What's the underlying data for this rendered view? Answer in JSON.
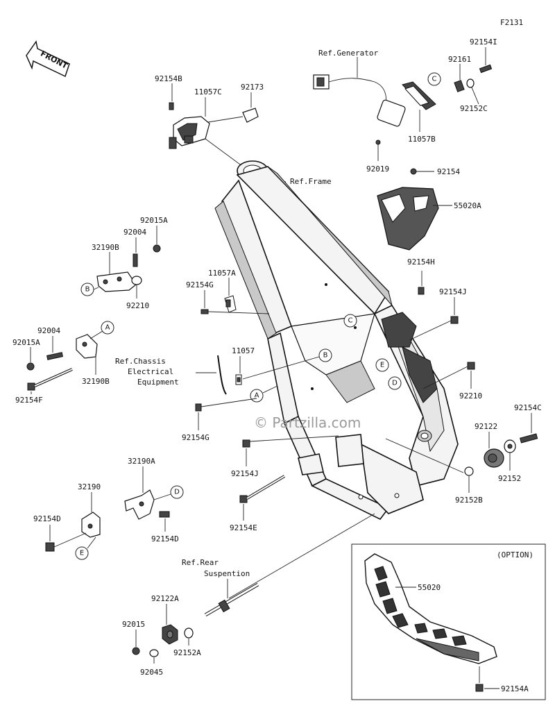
{
  "figure_code": "F2131",
  "front_label": "FRONT",
  "watermark": "© Partzilla.com",
  "option_label": "(OPTION)",
  "labels": {
    "ref_generator": "Ref.Generator",
    "ref_frame": "Ref.Frame",
    "ref_chassis_1": "Ref.Chassis",
    "ref_chassis_2": "Electrical",
    "ref_chassis_3": "Equipment",
    "ref_rear_1": "Ref.Rear",
    "ref_rear_2": "Suspention",
    "p92154I": "92154I",
    "p92161": "92161",
    "p92152C": "92152C",
    "p11057B": "11057B",
    "p92019": "92019",
    "p92154": "92154",
    "p55020A": "55020A",
    "p92154B": "92154B",
    "p11057C": "11057C",
    "p92173": "92173",
    "p92015A_top": "92015A",
    "p92004_top": "92004",
    "p32190B_top": "32190B",
    "p92210_left": "92210",
    "p11057A": "11057A",
    "p92154G_top": "92154G",
    "p92154H": "92154H",
    "p92154J_top": "92154J",
    "p92004_mid": "92004",
    "p92015A_mid": "92015A",
    "p32190B_mid": "32190B",
    "p92154F": "92154F",
    "p11057": "11057",
    "p92154G_bot": "92154G",
    "p92210_right": "92210",
    "p92154C": "92154C",
    "p92122": "92122",
    "p92152": "92152",
    "p92152B": "92152B",
    "p92154J_bot": "92154J",
    "p92154E": "92154E",
    "p32190A": "32190A",
    "p32190": "32190",
    "p92154D_left": "92154D",
    "p92154D_right": "92154D",
    "p92122A": "92122A",
    "p92015": "92015",
    "p92152A": "92152A",
    "p92045": "92045",
    "p55020": "55020",
    "p92154A": "92154A"
  },
  "refs": {
    "A": "A",
    "B": "B",
    "C": "C",
    "D": "D",
    "E": "E"
  }
}
